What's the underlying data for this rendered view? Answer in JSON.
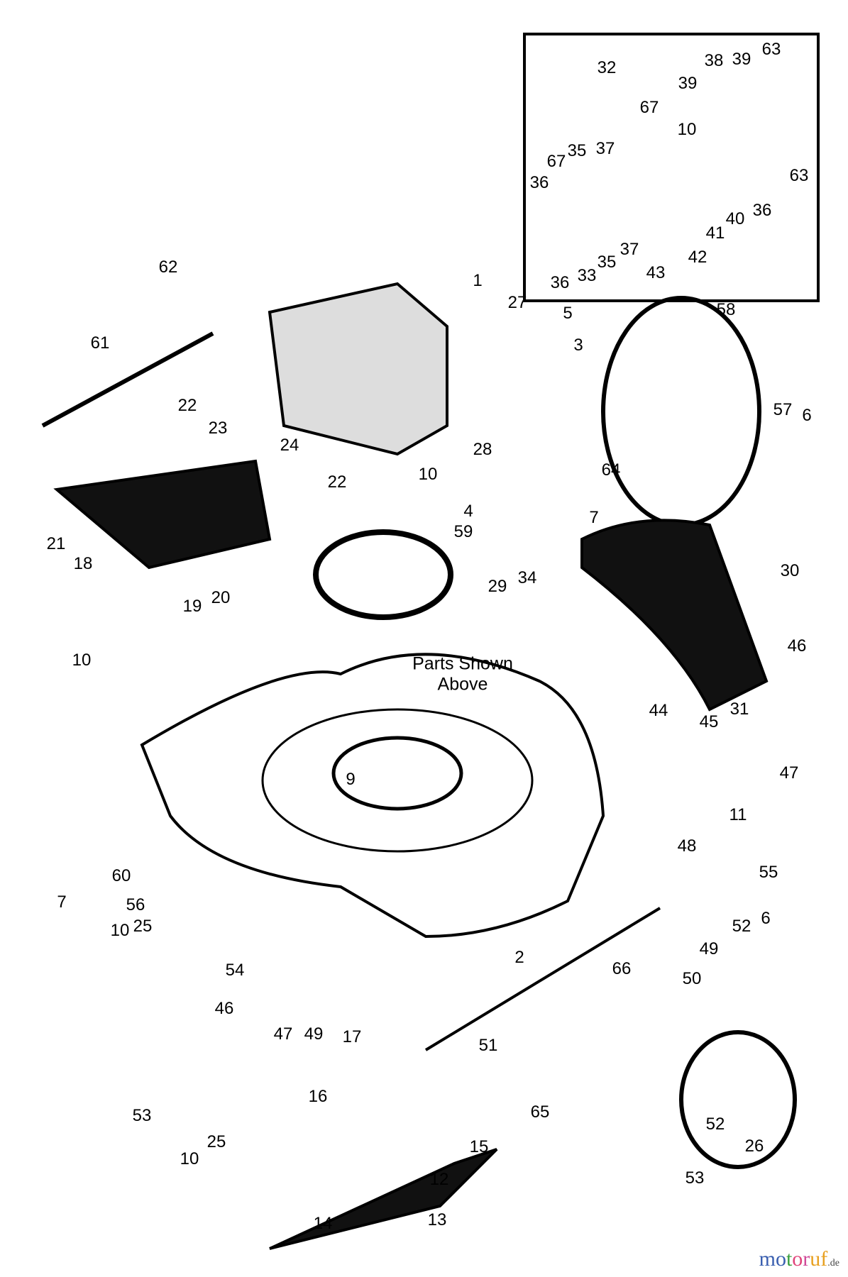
{
  "diagram": {
    "note": [
      "Parts Shown",
      "Above"
    ],
    "watermark": {
      "letters": [
        [
          "m",
          "#3a5fb0"
        ],
        [
          "o",
          "#3a5fb0"
        ],
        [
          "t",
          "#3aa040"
        ],
        [
          "o",
          "#e0447a"
        ],
        [
          "r",
          "#d04a9a"
        ],
        [
          "u",
          "#e8a020"
        ],
        [
          "f",
          "#e8a020"
        ]
      ],
      "suffix": ".de"
    },
    "labels": [
      [
        "32",
        855,
        96
      ],
      [
        "38",
        1006,
        86
      ],
      [
        "39",
        1045,
        84
      ],
      [
        "63",
        1087,
        70
      ],
      [
        "39",
        969,
        118
      ],
      [
        "67",
        915,
        152
      ],
      [
        "10",
        968,
        183
      ],
      [
        "67",
        784,
        228
      ],
      [
        "35",
        813,
        213
      ],
      [
        "37",
        853,
        210
      ],
      [
        "36",
        760,
        258
      ],
      [
        "63",
        1126,
        248
      ],
      [
        "36",
        1074,
        297
      ],
      [
        "40",
        1036,
        309
      ],
      [
        "41",
        1008,
        329
      ],
      [
        "42",
        983,
        363
      ],
      [
        "43",
        924,
        385
      ],
      [
        "37",
        887,
        352
      ],
      [
        "35",
        855,
        370
      ],
      [
        "33",
        827,
        389
      ],
      [
        "36",
        789,
        399
      ],
      [
        "1",
        673,
        396
      ],
      [
        "62",
        237,
        377
      ],
      [
        "61",
        141,
        484
      ],
      [
        "27",
        729,
        427
      ],
      [
        "5",
        800,
        442
      ],
      [
        "3",
        815,
        487
      ],
      [
        "58",
        1023,
        437
      ],
      [
        "57",
        1103,
        578
      ],
      [
        "6",
        1137,
        586
      ],
      [
        "22",
        264,
        572
      ],
      [
        "23",
        307,
        604
      ],
      [
        "24",
        408,
        628
      ],
      [
        "28",
        680,
        634
      ],
      [
        "22",
        475,
        680
      ],
      [
        "10",
        603,
        669
      ],
      [
        "4",
        660,
        721
      ],
      [
        "59",
        653,
        750
      ],
      [
        "64",
        861,
        663
      ],
      [
        "7",
        837,
        730
      ],
      [
        "21",
        79,
        767
      ],
      [
        "18",
        117,
        795
      ],
      [
        "20",
        311,
        843
      ],
      [
        "29",
        701,
        827
      ],
      [
        "34",
        743,
        815
      ],
      [
        "30",
        1113,
        805
      ],
      [
        "19",
        271,
        855
      ],
      [
        "10",
        115,
        931
      ],
      [
        "46",
        1123,
        911
      ],
      [
        "31",
        1042,
        1000
      ],
      [
        "45",
        999,
        1018
      ],
      [
        "44",
        928,
        1002
      ],
      [
        "47",
        1112,
        1090
      ],
      [
        "9",
        494,
        1099
      ],
      [
        "48",
        968,
        1193
      ],
      [
        "11",
        1040,
        1149
      ],
      [
        "7",
        87,
        1272
      ],
      [
        "60",
        171,
        1235
      ],
      [
        "56",
        191,
        1276
      ],
      [
        "55",
        1083,
        1230
      ],
      [
        "52",
        1045,
        1306
      ],
      [
        "6",
        1079,
        1295
      ],
      [
        "25",
        201,
        1306
      ],
      [
        "10",
        169,
        1312
      ],
      [
        "54",
        331,
        1368
      ],
      [
        "2",
        732,
        1350
      ],
      [
        "49",
        999,
        1338
      ],
      [
        "50",
        975,
        1380
      ],
      [
        "66",
        876,
        1366
      ],
      [
        "46",
        316,
        1422
      ],
      [
        "47",
        399,
        1458
      ],
      [
        "49",
        442,
        1458
      ],
      [
        "17",
        496,
        1462
      ],
      [
        "51",
        688,
        1474
      ],
      [
        "53",
        200,
        1573
      ],
      [
        "16",
        448,
        1546
      ],
      [
        "65",
        761,
        1568
      ],
      [
        "15",
        675,
        1617
      ],
      [
        "52",
        1008,
        1585
      ],
      [
        "26",
        1063,
        1616
      ],
      [
        "53",
        979,
        1661
      ],
      [
        "10",
        267,
        1634
      ],
      [
        "25",
        305,
        1610
      ],
      [
        "12",
        619,
        1663
      ],
      [
        "13",
        616,
        1720
      ],
      [
        "14",
        455,
        1725
      ]
    ]
  }
}
